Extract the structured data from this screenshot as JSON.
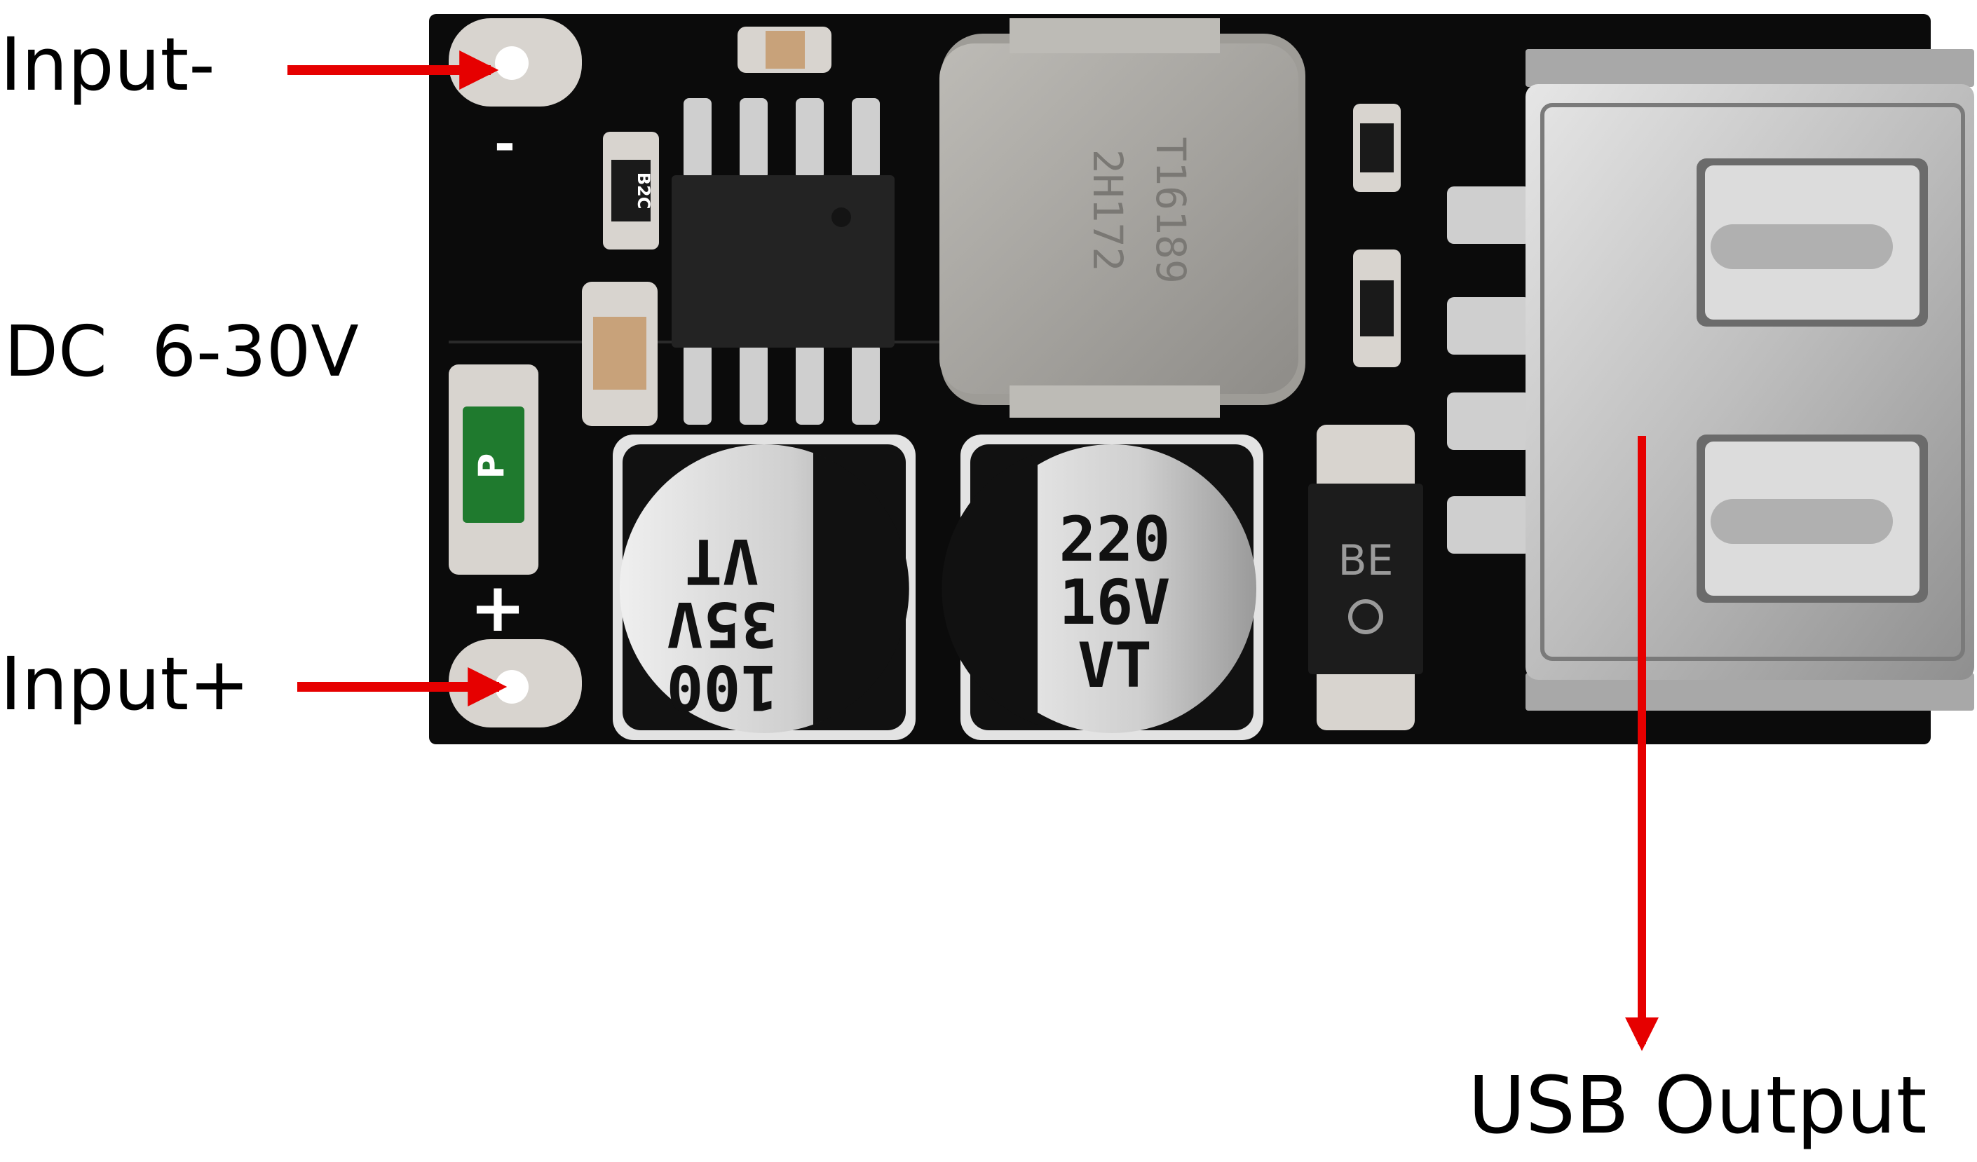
{
  "labels": {
    "input_minus": "Input-",
    "input_plus": "Input+",
    "dc_range": "DC  6-30V",
    "usb_output": "USB Output"
  },
  "silkscreen": {
    "minus": "-",
    "plus": "+"
  },
  "components": {
    "resistor_code": "B2C",
    "fuse_mark": "P",
    "inductor_text": [
      "2H172",
      "T16189"
    ],
    "capacitor_left": [
      "100",
      "35V",
      "VT"
    ],
    "capacitor_right": [
      "220",
      "16V",
      "VT"
    ],
    "diode_mark": "BE"
  },
  "colors": {
    "arrow": "#e60000",
    "board": "#0b0b0b",
    "metal": "#c9c9c9",
    "pad": "#d8d4cf",
    "fuse_green": "#1f7a2e",
    "cap_beige": "#c8a27a"
  }
}
